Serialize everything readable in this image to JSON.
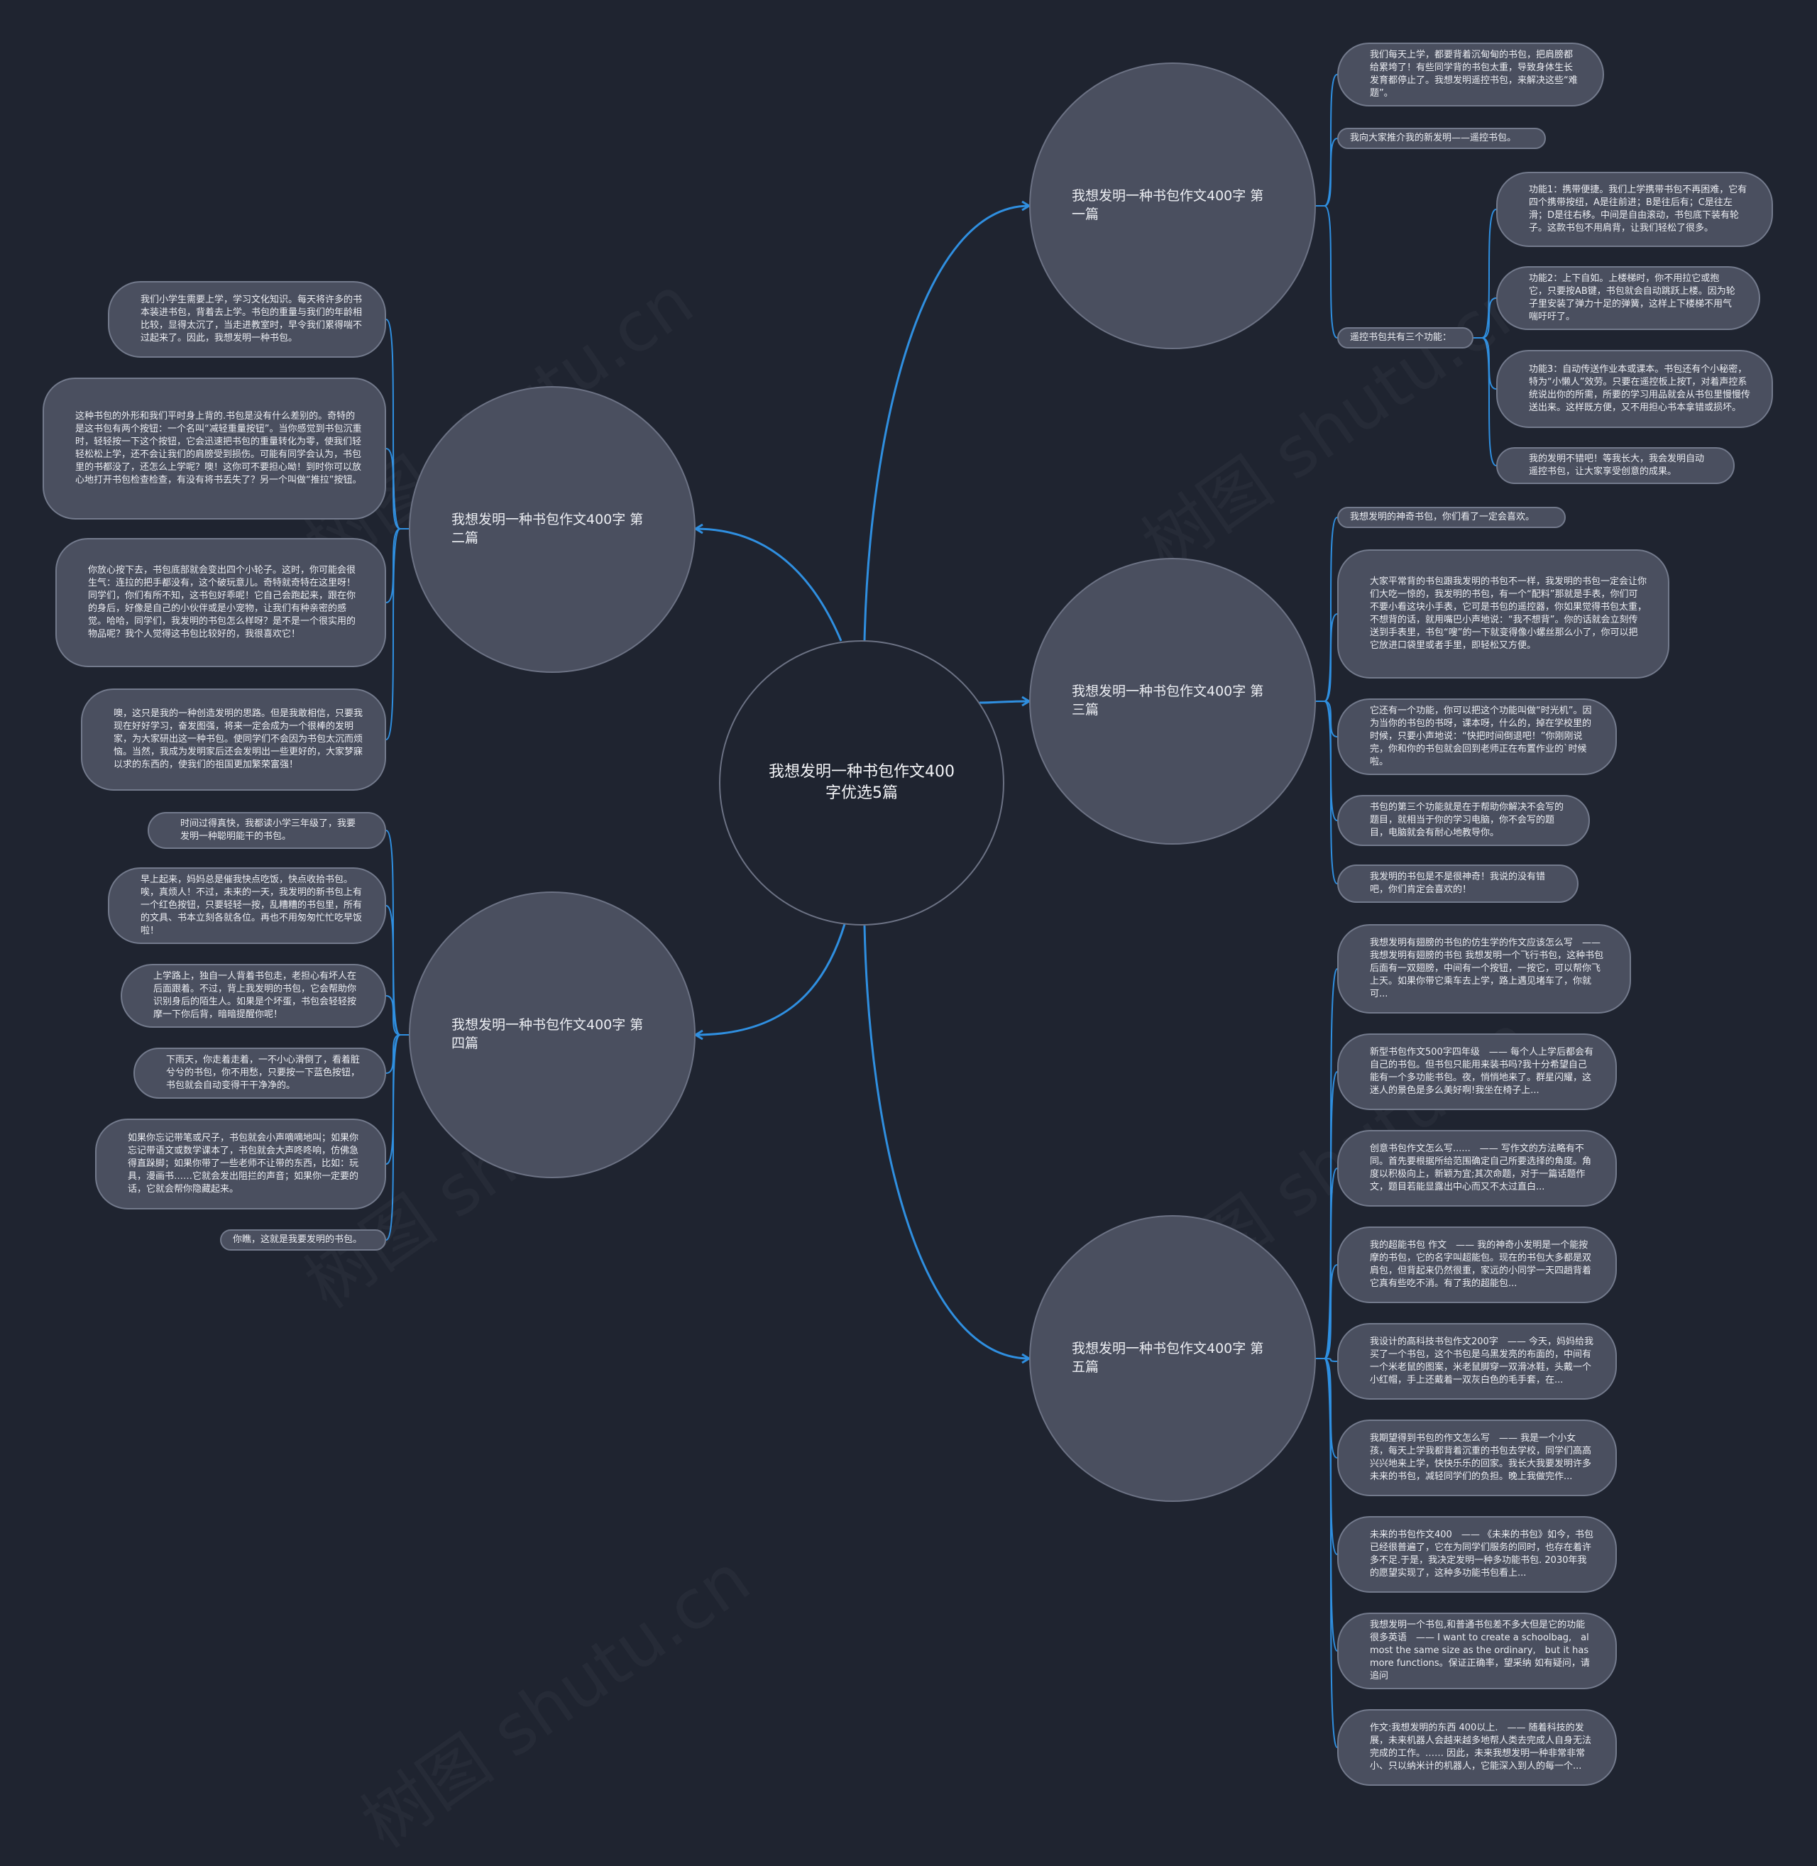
{
  "center": {
    "title": "我想发明一种书包作文400字优选5篇"
  },
  "branches": [
    {
      "title": "我想发明一种书包作文400字 第一篇",
      "leaves": [
        "我们每天上学，都要背着沉甸甸的书包，把肩膀都给累垮了！有些同学背的书包太重，导致身体生长发育都停止了。我想发明遥控书包，来解决这些“难题”。",
        "我向大家推介我的新发明——遥控书包。",
        "遥控书包共有三个功能：",
        "功能1：携带便捷。我们上学携带书包不再困难，它有四个携带按纽，A是往前进；B是往后有；C是往左滑；D是往右移。中间是自由滚动，书包底下装有轮子。这款书包不用肩背，让我们轻松了很多。",
        "功能2：上下自如。上楼梯时，你不用拉它或抱它，只要按AB键，书包就会自动跳跃上楼。因为轮子里安装了弹力十足的弹簧，这样上下楼梯不用气喘吁吁了。",
        "功能3：自动传送作业本或课本。书包还有个小秘密，特为“小懒人”效劳。只要在遥控板上按T，对着声控系统说出你的所需，所要的学习用品就会从书包里慢慢传送出来。这样既方便，又不用担心书本拿错或损坏。",
        "我的发明不错吧！等我长大，我会发明自动遥控书包，让大家享受创意的成果。"
      ]
    },
    {
      "title": "我想发明一种书包作文400字 第二篇",
      "leaves": [
        "我们小学生需要上学，学习文化知识。每天将许多的书本装进书包，背着去上学。书包的重量与我们的年龄相比较，显得太沉了，当走进教室时，早令我们累得喘不过起来了。因此，我想发明一种书包。",
        "这种书包的外形和我们平时身上背的.书包是没有什么差别的。奇特的是这书包有两个按钮：一个名叫“减轻重量按钮”。当你感觉到书包沉重时，轻轻按一下这个按钮，它会迅速把书包的重量转化为零，使我们轻轻松松上学，还不会让我们的肩膀受到损伤。可能有同学会认为，书包里的书都没了，还怎么上学呢？噢！这你可不要担心呦！到时你可以放心地打开书包检查检查，有没有将书丢失了？另一个叫做“推拉”按钮。",
        "你放心按下去，书包底部就会变出四个小轮子。这时，你可能会很生气：连拉的把手都没有，这个破玩意儿。奇特就奇特在这里呀！同学们，你们有所不知，这书包好乖呢！它自己会跑起来，跟在你的身后，好像是自己的小伙伴或是小宠物，让我们有种亲密的感觉。哈哈，同学们，我发明的书包怎么样呀？是不是一个很实用的物品呢？我个人觉得这书包比较好的，我很喜欢它！",
        "噢，这只是我的一种创造发明的思路。但是我敢相信，只要我现在好好学习，奋发图强，将来一定会成为一个很棒的发明家，为大家研出这一种书包。使同学们不会因为书包太沉而烦恼。当然，我成为发明家后还会发明出一些更好的，大家梦寐以求的东西的，使我们的祖国更加繁荣富强！"
      ]
    },
    {
      "title": "我想发明一种书包作文400字 第三篇",
      "leaves": [
        "我想发明的神奇书包，你们看了一定会喜欢。",
        "大家平常背的书包跟我发明的书包不一样，我发明的书包一定会让你们大吃一惊的，我发明的书包，有一个“配料”那就是手表，你们可不要小看这块小手表，它可是书包的遥控器，你如果觉得书包太重，不想背的话，就用嘴巴小声地说：“我不想背”。你的话就会立刻传送到手表里，书包“嗖”的一下就变得像小螺丝那么小了，你可以把它放进口袋里或者手里，即轻松又方便。",
        "它还有一个功能，你可以把这个功能叫做“时光机”。因为当你的书包的书呀，课本呀，什么的，掉在学校里的时候，只要小声地说：“快把时间倒退吧！”你刚刚说完，你和你的书包就会回到老师正在布置作业的`时候啦。",
        "书包的第三个功能就是在于帮助你解决不会写的题目，就相当于你的学习电脑，你不会写的题目，电脑就会有耐心地教导你。",
        "我发明的书包是不是很神奇！我说的没有错吧，你们肯定会喜欢的！"
      ]
    },
    {
      "title": "我想发明一种书包作文400字 第四篇",
      "leaves": [
        "时间过得真快，我都读小学三年级了，我要发明一种聪明能干的书包。",
        "早上起来，妈妈总是催我快点吃饭，快点收拾书包。唉，真烦人！不过，未来的一天，我发明的新书包上有一个红色按钮，只要轻轻一按，乱糟糟的书包里，所有的文具、书本立刻各就各位。再也不用匆匆忙忙吃早饭啦！",
        "上学路上，独自一人背着书包走，老担心有坏人在后面跟着。不过，背上我发明的书包，它会帮助你识别身后的陌生人。如果是个坏蛋，书包会轻轻按摩一下你后背，暗暗提醒你呢！",
        "下雨天，你走着走着，一不小心滑倒了，看着脏兮兮的书包，你不用愁，只要按一下蓝色按钮，书包就会自动变得干干净净的。",
        "如果你忘记带笔或尺子，书包就会小声嘀嘀地叫；如果你忘记带语文或数学课本了，书包就会大声咚咚响，仿佛急得直跺脚；如果你带了一些老师不让带的东西，比如：玩具，漫画书……它就会发出阻拦的声音；如果你一定要的话，它就会帮你隐藏起来。",
        "你瞧，这就是我要发明的书包。"
      ]
    },
    {
      "title": "我想发明一种书包作文400字 第五篇",
      "leaves": [
        "我想发明有翅膀的书包的仿生学的作文应该怎么写　——  我想发明有翅膀的书包 我想发明一个飞行书包，这种书包后面有一双翅膀，中间有一个按钮，一按它，可以帮你飞上天。如果你带它乘车去上学，路上遇见堵车了，你就可...",
        "新型书包作文500字四年级　——  每个人上学后都会有自己的书包。但书包只能用来装书吗?我十分希望自己能有一个多功能书包。夜，悄悄地来了。群星闪耀，这迷人的景色是多么美好啊!我坐在椅子上...",
        "创意书包作文怎么写......　——  写作文的方法略有不同。首先要根据所给范围确定自己所要选择的角度。角度以积极向上，新颖为宜;其次命题，对于一篇话题作文，题目若能显露出中心而又不太过直白...",
        "我的超能书包 作文　——  我的神奇小发明是一个能按摩的书包，它的名字叫超能包。现在的书包大多都是双肩包，但背起来仍然很重，家远的小同学一天四趟背着它真有些吃不消。有了我的超能包...",
        "我设计的高科技书包作文200字　——  今天，妈妈给我买了一个书包，这个书包是乌黑发亮的布面的，中间有一个米老鼠的图案，米老鼠脚穿一双滑冰鞋，头戴一个小红帽，手上还戴着一双灰白色的毛手套，在...",
        "我期望得到书包的作文怎么写　——  我是一个小女孩，每天上学我都背着沉重的书包去学校，同学们高高兴兴地来上学，快快乐乐的回家。我长大我要发明许多未来的书包，减轻同学们的负担。晚上我做完作...",
        "未来的书包作文400　——  《未来的书包》如今，书包已经很普遍了，它在为同学们服务的同时，也存在着许多不足.于是，我决定发明一种多功能书包. 2030年我的愿望实现了，这种多功能书包看上...",
        "我想发明一个书包,和普通书包差不多大但是它的功能很多英语　——  I want to create a schoolbag,　almost the same size as the ordinary,　but it has more functions。保证正确率，望采纳 如有疑问，请追问",
        "作文:我想发明的东西 400以上.　——  随着科技的发展，未来机器人会越来越多地帮人类去完成人自身无法完成的工作。…… 因此，未来我想发明一种非常非常小、只以纳米计的机器人，它能深入到人的每一个..."
      ]
    }
  ],
  "watermark_text": "树图 shutu.cn",
  "colors": {
    "background": "#1f2430",
    "node_fill": "#4a4f5f",
    "node_border": "#6c7284",
    "main_link": "#2f8fe0",
    "leaf_link": "#2f8fe0"
  }
}
